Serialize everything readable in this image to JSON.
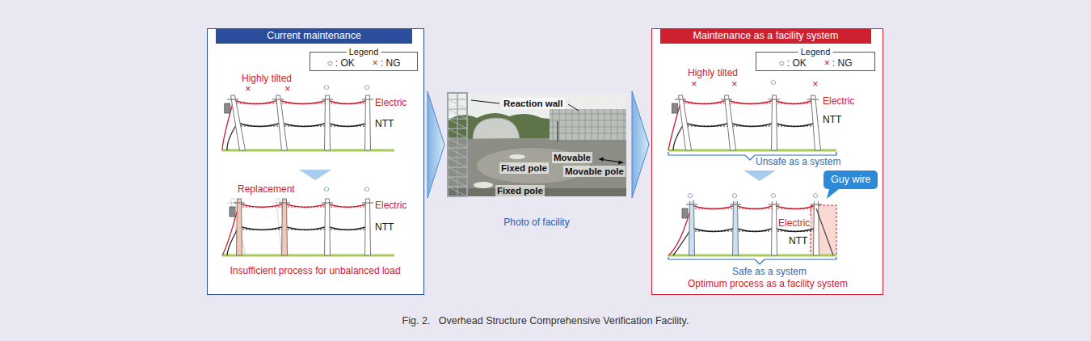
{
  "diagram": {
    "caption": "Fig. 2.   Overhead Structure Comprehensive Verification Facility.",
    "nodes": [
      {
        "text": [
          "Current maintenance"
        ]
      },
      {
        "text": [
          "Legend",
          "○",
          ": OK",
          "×",
          ": NG"
        ],
        "in": 0
      },
      {
        "text": [
          "Photo of facility"
        ]
      },
      {
        "text": [
          "Maintenance as a facility system"
        ]
      },
      {
        "text": [
          "Legend",
          "○",
          ": OK",
          "×",
          ": NG"
        ],
        "in": 3
      },
      {
        "text": [
          "Guy wire"
        ],
        "in": 3
      }
    ],
    "edges": [
      {
        "from": 0,
        "to": 2,
        "arrow": "to"
      },
      {
        "from": 2,
        "to": 3,
        "arrow": "to"
      }
    ],
    "labels": [
      "Highly tilted",
      "×",
      "×",
      "○",
      "○",
      "Electric",
      "NTT",
      "Replacement",
      "○",
      "○",
      "Electric",
      "NTT",
      "Insufficient process for unbalanced load",
      "Reaction wall",
      "Movable",
      "Fixed pole",
      "Movable pole",
      "Fixed pole",
      "Highly tilted",
      "×",
      "×",
      "○",
      "×",
      "Electric",
      "NTT",
      "Unsafe as a system",
      "○",
      "○",
      "○",
      "○",
      "Electric",
      "NTT",
      "Safe as a system",
      "Optimum process as a facility system"
    ]
  }
}
